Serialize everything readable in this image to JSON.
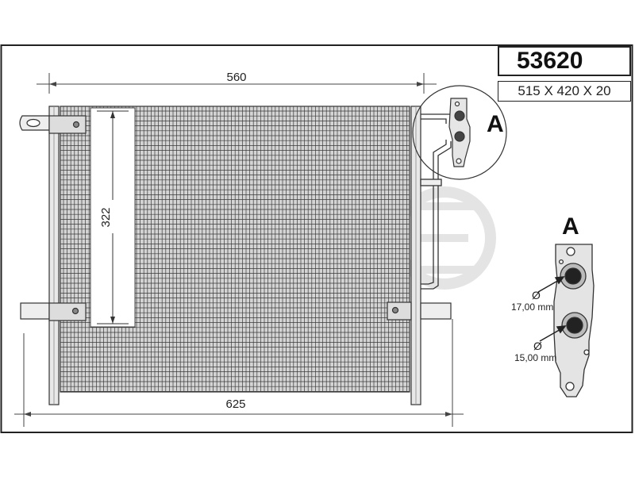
{
  "part_number": "53620",
  "dimensions": "515 X 420 X 20",
  "dimension_labels": {
    "top_width": "560",
    "bottom_width": "625",
    "height": "322"
  },
  "detail": {
    "marker_letter": "A",
    "detail_letter": "A",
    "port_upper_diameter": "17,00 mm",
    "port_lower_diameter": "15,00 mm",
    "diameter_symbol": "Ø"
  }
}
